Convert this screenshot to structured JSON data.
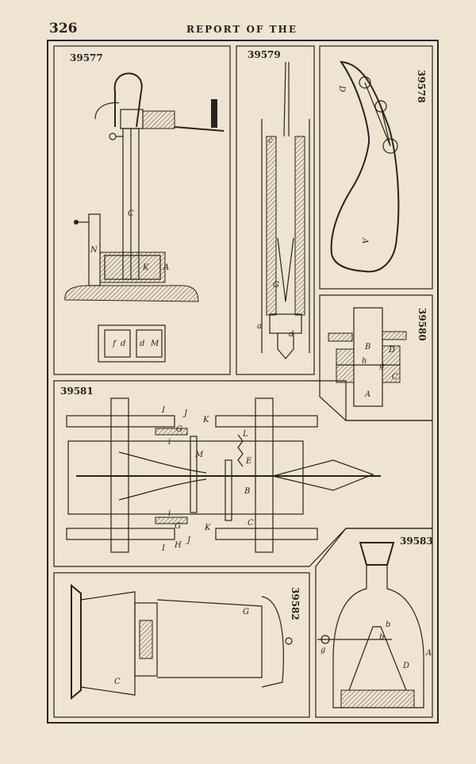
{
  "header": {
    "page_number": "326",
    "running_head": "REPORT OF THE"
  },
  "figures": {
    "fig1": {
      "number": "39577",
      "labels": [
        "C",
        "N",
        "K",
        "A",
        "f",
        "d",
        "d",
        "M"
      ]
    },
    "fig2": {
      "number": "39579",
      "labels": [
        "c",
        "G",
        "a",
        "d"
      ]
    },
    "fig3": {
      "number": "39578",
      "labels": [
        "D",
        "A"
      ]
    },
    "fig4": {
      "number": "39580",
      "labels": [
        "B",
        "A",
        "g",
        "h",
        "D",
        "C"
      ]
    },
    "fig5": {
      "number": "39581",
      "labels": [
        "I",
        "J",
        "K",
        "G",
        "i",
        "L",
        "M",
        "E",
        "B",
        "i",
        "G",
        "K",
        "C",
        "I",
        "H",
        "J"
      ]
    },
    "fig6": {
      "number": "39582",
      "labels": [
        "G",
        "C"
      ]
    },
    "fig7": {
      "number": "39583",
      "labels": [
        "b",
        "b",
        "D",
        "A",
        "g"
      ]
    }
  }
}
